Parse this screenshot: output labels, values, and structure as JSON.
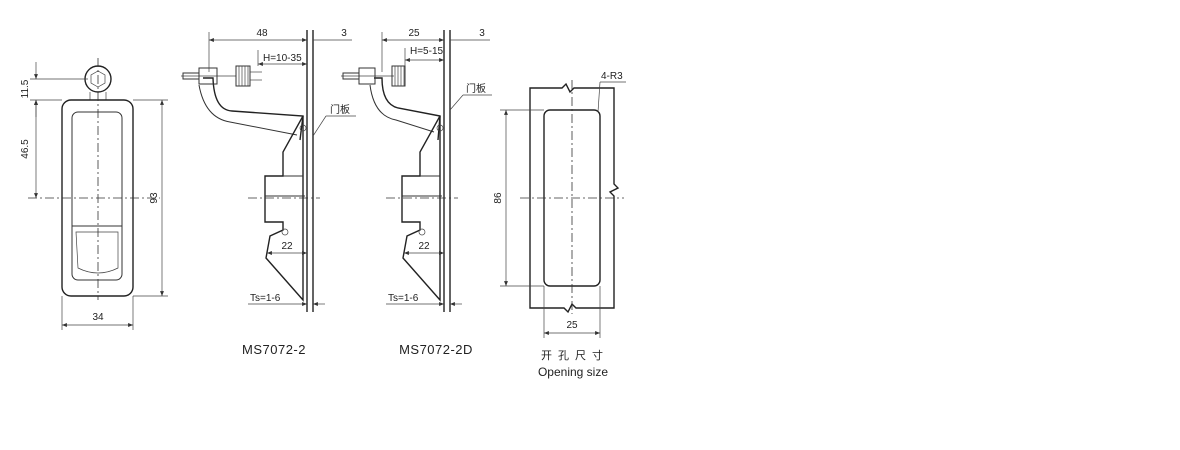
{
  "front_view": {
    "dim_top": "11.5",
    "dim_mid": "46.5",
    "dim_height": "93",
    "dim_width": "34"
  },
  "model_1": {
    "caption": "MS7072-2",
    "dim_top": "48",
    "dim_panel": "3",
    "dim_h": "H=10-35",
    "panel_label": "门板",
    "dim_bottom": "22",
    "dim_ts": "Ts=1-6"
  },
  "model_2": {
    "caption": "MS7072-2D",
    "dim_top": "25",
    "dim_panel": "3",
    "dim_h": "H=5-15",
    "panel_label": "门板",
    "dim_bottom": "22",
    "dim_ts": "Ts=1-6"
  },
  "opening": {
    "dim_radius": "4-R3",
    "dim_height": "86",
    "dim_width": "25",
    "caption_cn": "开孔尺寸",
    "caption_en": "Opening size"
  }
}
